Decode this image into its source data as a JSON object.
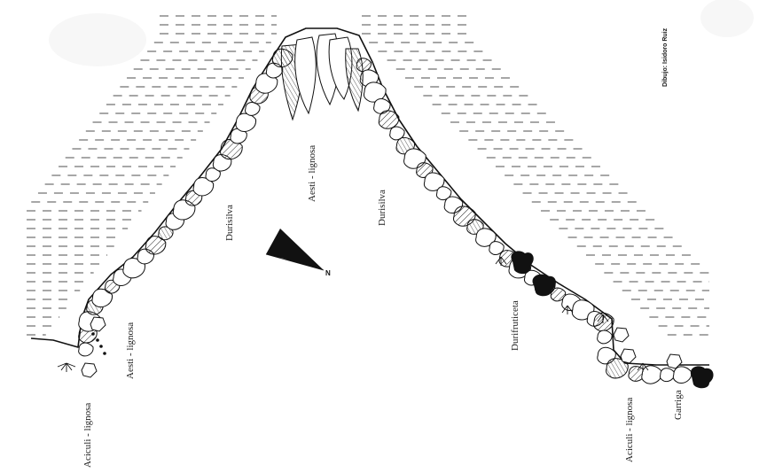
{
  "credit": "Dibujo: Isidoro Ruiz",
  "north_arrow": {
    "label": "N"
  },
  "zones": [
    {
      "id": "aciculi-lignosa-left",
      "label": "Aciculi - lignosa"
    },
    {
      "id": "aesti-lignosa-left",
      "label": "Aesti - lignosa"
    },
    {
      "id": "durisilva-left",
      "label": "Durisilva"
    },
    {
      "id": "aesti-lignosa-top",
      "label": "Aesti - lignosa"
    },
    {
      "id": "durisilva-right",
      "label": "Durisilva"
    },
    {
      "id": "durifruticeta",
      "label": "Durifruticeta"
    },
    {
      "id": "aciculi-lignosa-right",
      "label": "Aciculi - lignosa"
    },
    {
      "id": "garriga",
      "label": "Garriga"
    }
  ]
}
